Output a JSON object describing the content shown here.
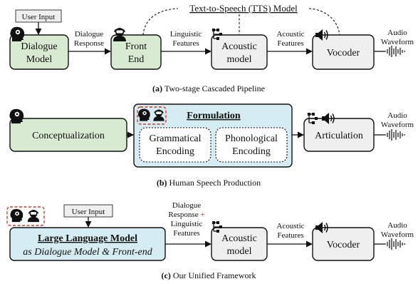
{
  "panel_a": {
    "user_input": "User Input",
    "dialogue_model": [
      "Dialogue",
      "Model"
    ],
    "dialogue_response": [
      "Dialogue",
      "Response"
    ],
    "front_end": [
      "Front",
      "End"
    ],
    "linguistic_features": [
      "Linguistic",
      "Features"
    ],
    "tts_label": "Text-to-Speech (TTS) Model",
    "acoustic_model": [
      "Acoustic",
      "model"
    ],
    "acoustic_features": [
      "Acoustic",
      "Features"
    ],
    "vocoder": "Vocoder",
    "audio_waveform": [
      "Audio",
      "Waveform"
    ],
    "caption_bold": "(a)",
    "caption_text": "Two-stage Cascaded Pipeline"
  },
  "panel_b": {
    "conceptualization": "Conceptualization",
    "formulation": "Formulation",
    "grammatical": [
      "Grammatical",
      "Encoding"
    ],
    "phonological": [
      "Phonological",
      "Encoding"
    ],
    "articulation": "Articulation",
    "audio_waveform": [
      "Audio",
      "Waveform"
    ],
    "caption_bold": "(b)",
    "caption_text": "Human Speech Production"
  },
  "panel_c": {
    "user_input": "User Input",
    "llm_title": "Large Language Model",
    "llm_subtitle": "as Dialogue Model & Front-end",
    "response_label": [
      "Dialogue",
      "Response",
      "Linguistic",
      "Features"
    ],
    "plus": "+",
    "acoustic_model": [
      "Acoustic",
      "model"
    ],
    "acoustic_features": [
      "Acoustic",
      "Features"
    ],
    "vocoder": "Vocoder",
    "audio_waveform": [
      "Audio",
      "Waveform"
    ],
    "caption_bold": "(c)",
    "caption_text": "Our Unified Framework"
  },
  "colors": {
    "green_box": "#d9ead3",
    "grey_box": "#efefef",
    "blue_box": "#d5ecf2",
    "highlight_red": "#d23a2a"
  }
}
